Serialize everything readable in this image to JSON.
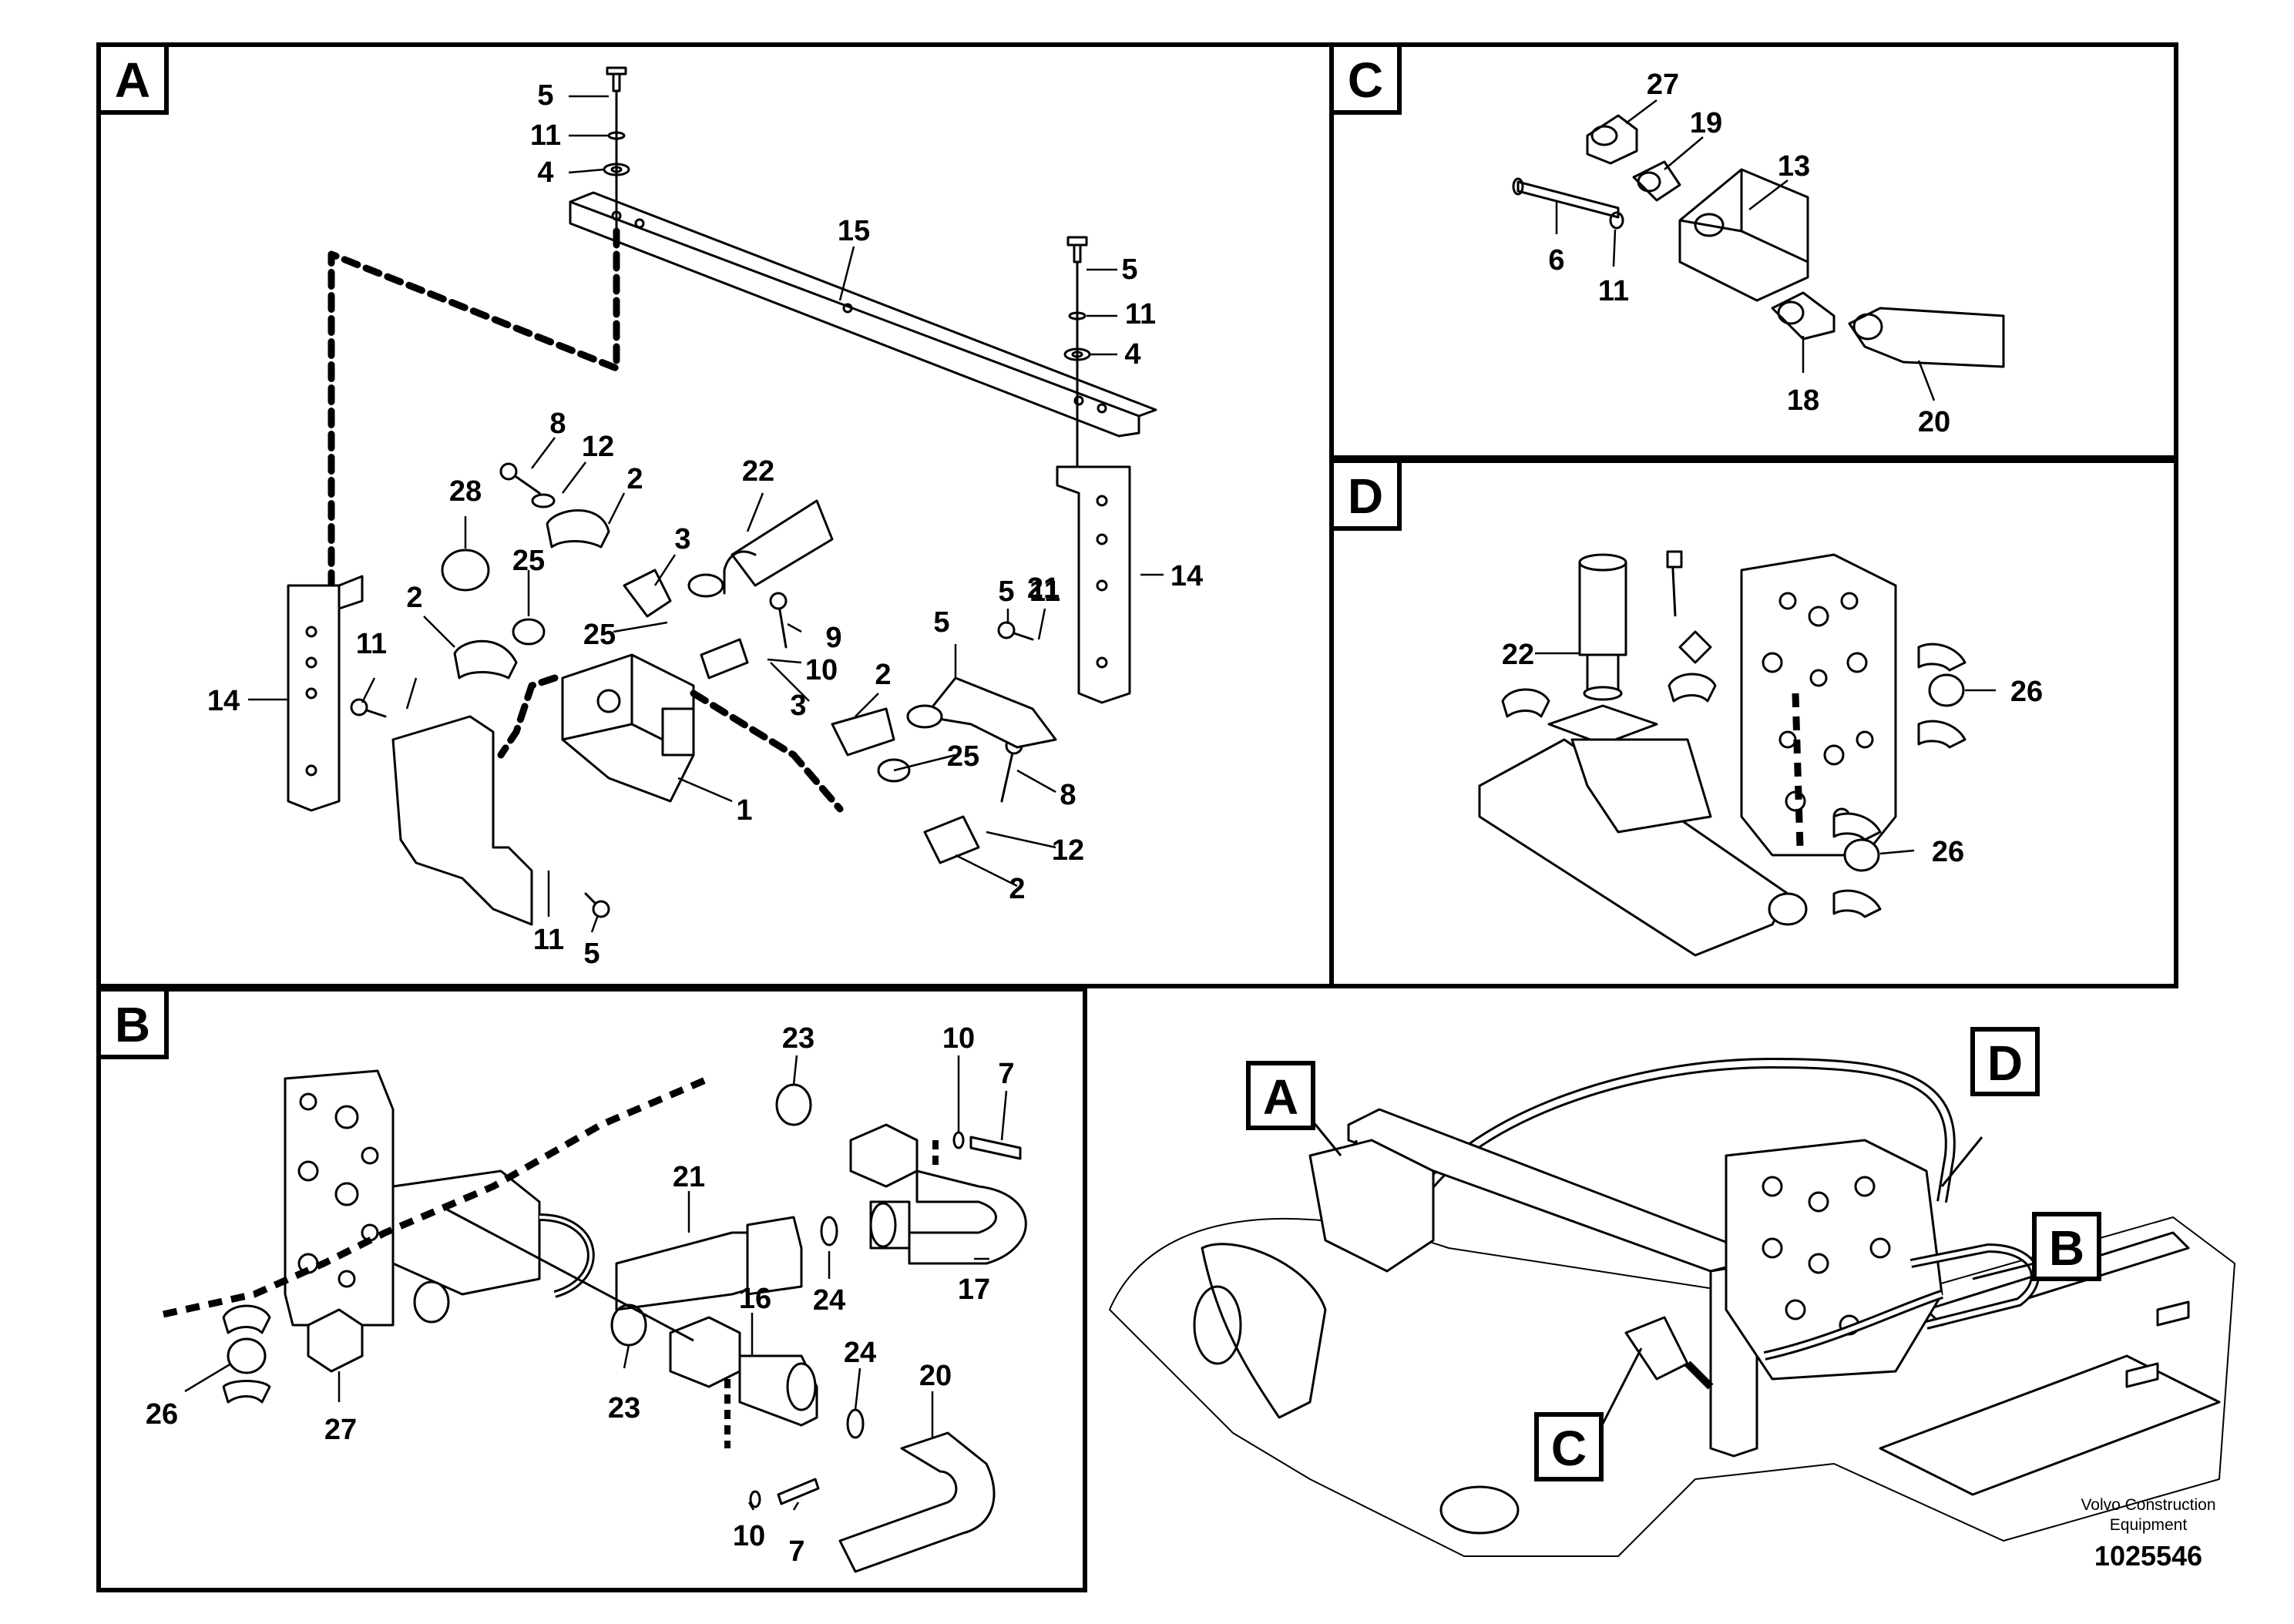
{
  "panels": {
    "a": {
      "label": "A"
    },
    "b": {
      "label": "B"
    },
    "c": {
      "label": "C"
    },
    "d": {
      "label": "D"
    }
  },
  "overview": {
    "a": "A",
    "b": "B",
    "c": "C",
    "d": "D"
  },
  "callouts": {
    "a": [
      "5",
      "11",
      "4",
      "15",
      "5",
      "11",
      "4",
      "8",
      "12",
      "2",
      "22",
      "28",
      "25",
      "3",
      "2",
      "25",
      "9",
      "10",
      "3",
      "5",
      "11",
      "21",
      "14",
      "14",
      "5",
      "11",
      "2",
      "25",
      "8",
      "12",
      "2",
      "1",
      "11",
      "5"
    ],
    "b": [
      "23",
      "10",
      "7",
      "21",
      "24",
      "17",
      "16",
      "24",
      "20",
      "23",
      "26",
      "27",
      "10",
      "7"
    ],
    "c": [
      "27",
      "19",
      "13",
      "6",
      "11",
      "18",
      "20"
    ],
    "d": [
      "22",
      "26",
      "26"
    ]
  },
  "footer": {
    "company_line1": "Volvo Construction",
    "company_line2": "Equipment",
    "drawing_number": "1025546"
  }
}
